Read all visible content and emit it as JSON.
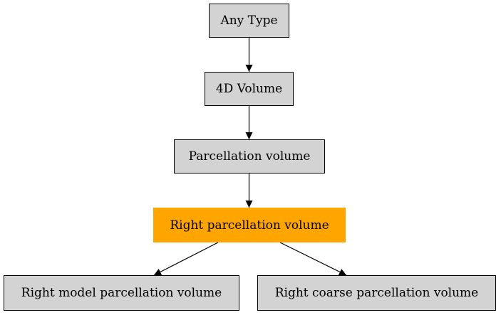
{
  "diagram": {
    "nodes": [
      {
        "id": "any_type",
        "label": "Any Type",
        "fill": "#d3d3d3",
        "highlighted": false
      },
      {
        "id": "volume_4d",
        "label": "4D Volume",
        "fill": "#d3d3d3",
        "highlighted": false
      },
      {
        "id": "parcellation_volume",
        "label": "Parcellation volume",
        "fill": "#d3d3d3",
        "highlighted": false
      },
      {
        "id": "right_parcellation_volume",
        "label": "Right parcellation volume",
        "fill": "#ffa500",
        "highlighted": true
      },
      {
        "id": "right_model_parcellation_volume",
        "label": "Right model parcellation volume",
        "fill": "#d3d3d3",
        "highlighted": false
      },
      {
        "id": "right_coarse_parcellation_volume",
        "label": "Right coarse parcellation volume",
        "fill": "#d3d3d3",
        "highlighted": false
      }
    ],
    "edges": [
      {
        "from": "any_type",
        "to": "volume_4d"
      },
      {
        "from": "volume_4d",
        "to": "parcellation_volume"
      },
      {
        "from": "parcellation_volume",
        "to": "right_parcellation_volume"
      },
      {
        "from": "right_parcellation_volume",
        "to": "right_model_parcellation_volume"
      },
      {
        "from": "right_parcellation_volume",
        "to": "right_coarse_parcellation_volume"
      }
    ]
  }
}
